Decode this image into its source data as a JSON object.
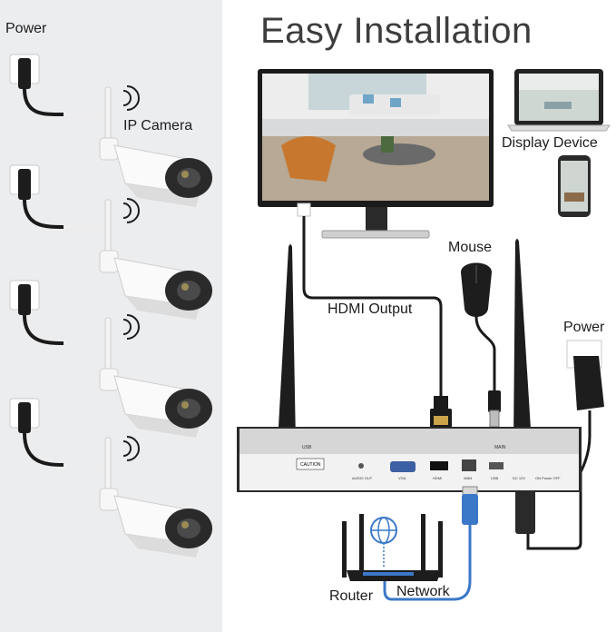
{
  "title": "Easy Installation",
  "labels": {
    "power_left": "Power",
    "ip_camera": "IP Camera",
    "display_device": "Display Device",
    "mouse": "Mouse",
    "hdmi_output": "HDMI Output",
    "power_right": "Power",
    "router": "Router",
    "network": "Network"
  },
  "nvr": {
    "usb_top": "USB",
    "main": "MAIN",
    "caution": "CAUTION",
    "audio_out": "AUDIO OUT",
    "vga": "VGA",
    "hdmi": "HDMI",
    "wan": "WAN",
    "usb_port": "USB",
    "dc": "DC 12V",
    "power_switch": "ON Power OFF"
  },
  "colors": {
    "left_bg": "#ecedef",
    "network_cable": "#3b78c8",
    "nvr_body": "#f2f2f2",
    "cable": "#1a1a1a"
  },
  "icons": [
    "power-outlet-icon",
    "wifi-signal-icon",
    "ip-camera-icon",
    "monitor-icon",
    "laptop-icon",
    "phone-icon",
    "mouse-icon",
    "router-icon",
    "globe-icon",
    "antenna-icon"
  ]
}
